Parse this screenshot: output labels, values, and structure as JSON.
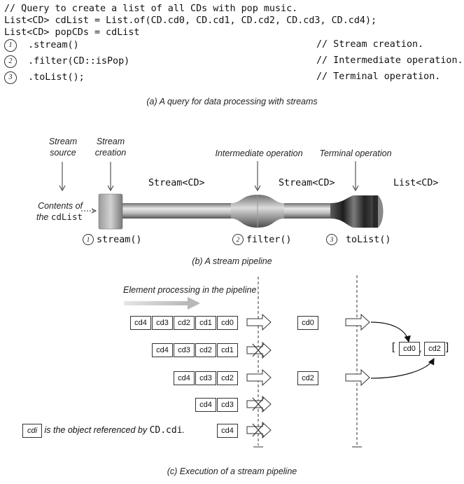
{
  "code": {
    "comment_line": "// Query to create a list of all CDs with pop music.",
    "line1": "List<CD> cdList = List.of(CD.cd0, CD.cd1, CD.cd2, CD.cd3, CD.cd4);",
    "line2": "List<CD> popCDs = cdList",
    "steps": [
      {
        "num": "1",
        "code": "  .stream()",
        "comment": "// Stream creation."
      },
      {
        "num": "2",
        "code": "  .filter(CD::isPop)",
        "comment": "// Intermediate operation."
      },
      {
        "num": "3",
        "code": "  .toList();",
        "comment": "// Terminal operation."
      }
    ]
  },
  "captions": {
    "a": "(a) A query for data processing with streams",
    "b": "(b) A stream pipeline",
    "c": "(c) Execution of a stream pipeline"
  },
  "pipeline": {
    "stream_source": "Stream\nsource",
    "stream_creation": "Stream\ncreation",
    "intermediate": "Intermediate operation",
    "terminal": "Terminal operation",
    "contents_label": "Contents of\nthe ",
    "contents_code": "cdList",
    "type1": "Stream<CD>",
    "type2": "Stream<CD>",
    "type3": "List<CD>",
    "op1_num": "1",
    "op1": "stream()",
    "op2_num": "2",
    "op2": "filter()",
    "op3_num": "3",
    "op3": "toList()"
  },
  "execution": {
    "element_processing": "Element processing in the pipeline",
    "rows": [
      [
        "cd4",
        "cd3",
        "cd2",
        "cd1",
        "cd0"
      ],
      [
        "cd4",
        "cd3",
        "cd2",
        "cd1"
      ],
      [
        "cd4",
        "cd3",
        "cd2"
      ],
      [
        "cd4",
        "cd3"
      ],
      [
        "cd4"
      ]
    ],
    "passed": [
      "cd0",
      "",
      "cd2",
      "",
      ""
    ],
    "result_open": "[",
    "result_items": [
      "cd0",
      "cd2"
    ],
    "result_sep": ",",
    "result_close": "]",
    "legend_box": "cdi",
    "legend_text": "is the object referenced by ",
    "legend_code": "CD.cdi",
    "legend_end": "."
  }
}
